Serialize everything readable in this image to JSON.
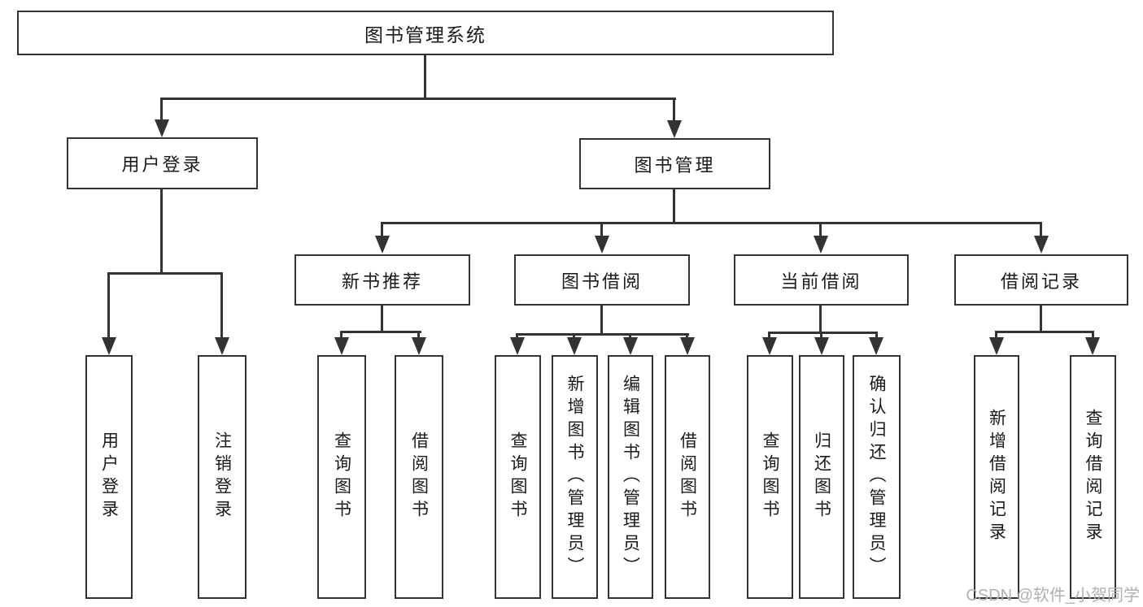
{
  "tree": {
    "root": {
      "label": "图书管理系统"
    },
    "branches": [
      {
        "label": "用户登录",
        "children": [
          {
            "label": "用户登录"
          },
          {
            "label": "注销登录"
          }
        ]
      },
      {
        "label": "图书管理",
        "children": [
          {
            "label": "新书推荐",
            "children": [
              {
                "label": "查询图书"
              },
              {
                "label": "借阅图书"
              }
            ]
          },
          {
            "label": "图书借阅",
            "children": [
              {
                "label": "查询图书"
              },
              {
                "label": "新增图书（管理员）"
              },
              {
                "label": "编辑图书（管理员）"
              },
              {
                "label": "借阅图书"
              }
            ]
          },
          {
            "label": "当前借阅",
            "children": [
              {
                "label": "查询图书"
              },
              {
                "label": "归还图书"
              },
              {
                "label": "确认归还（管理员）"
              }
            ]
          },
          {
            "label": "借阅记录",
            "children": [
              {
                "label": "新增借阅记录"
              },
              {
                "label": "查询借阅记录"
              }
            ]
          }
        ]
      }
    ]
  },
  "watermark": {
    "text": "CSDN @软件_小贺同学"
  },
  "colors": {
    "background": "#ffffff",
    "line": "#333333",
    "text": "#1a1a1a",
    "watermark": "#b0b0b0"
  }
}
